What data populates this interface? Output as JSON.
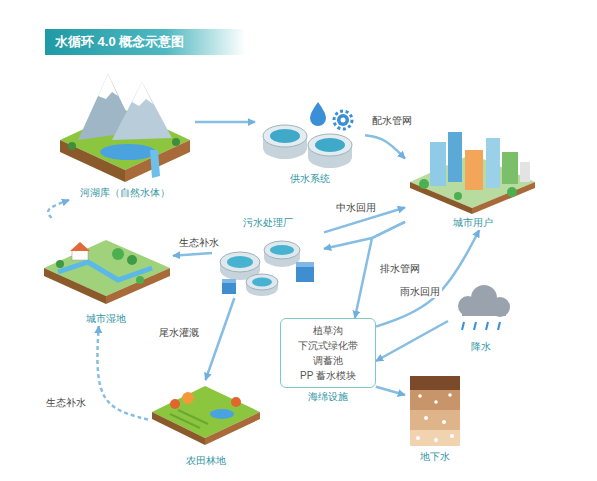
{
  "diagram": {
    "title": "水循环 4.0 概念示意图",
    "nodes": [
      {
        "text": [
          "河湖库（自然水体）"
        ]
      },
      {
        "text": [
          "供水系统"
        ]
      },
      {
        "text": [
          "城市用户"
        ]
      },
      {
        "text": [
          "污水处理厂"
        ]
      },
      {
        "text": [
          "城市湿地"
        ]
      },
      {
        "text": [
          "植草沟",
          "下沉式绿化带",
          "调蓄池",
          "PP 蓄水模块",
          "海绵设施"
        ]
      },
      {
        "text": [
          "降水"
        ]
      },
      {
        "text": [
          "地下水"
        ]
      },
      {
        "text": [
          "农田林地"
        ]
      }
    ],
    "edges": [
      {
        "from": 0,
        "to": 1,
        "arrow": "to"
      },
      {
        "from": 1,
        "to": 2,
        "label": "配水管网",
        "arrow": "to"
      },
      {
        "from": 3,
        "to": 2,
        "label": "中水回用",
        "arrow": "to"
      },
      {
        "from": 2,
        "to": 3,
        "arrow": "to"
      },
      {
        "from": 2,
        "to": 5,
        "label": "排水管网",
        "arrow": "to"
      },
      {
        "from": 5,
        "to": 2,
        "label": "雨水回用",
        "arrow": "to"
      },
      {
        "from": 6,
        "to": 5,
        "arrow": "to"
      },
      {
        "from": 5,
        "to": 7,
        "arrow": "to"
      },
      {
        "from": 3,
        "to": 4,
        "label": "生态补水",
        "arrow": "to"
      },
      {
        "from": 3,
        "to": 8,
        "label": "尾水灌溉",
        "arrow": "to"
      },
      {
        "from": 8,
        "to": 4,
        "label": "生态补水",
        "arrow": "to"
      },
      {
        "from": 4,
        "to": 0,
        "arrow": "to"
      }
    ]
  }
}
